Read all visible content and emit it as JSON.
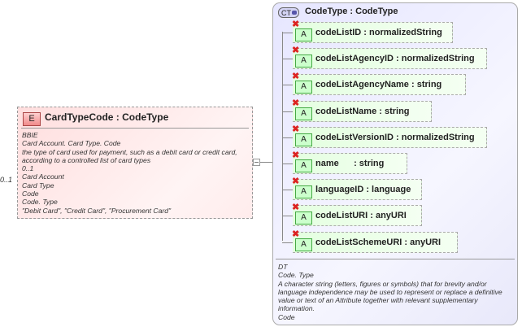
{
  "element": {
    "badge": "E",
    "title": "CardTypeCode : CodeType",
    "cardinality": "0..1",
    "doc": [
      "BBIE",
      "Card Account. Card Type. Code",
      "the type of card used for payment, such as a debit card or credit card,",
      "according to a controlled list of card types",
      "0..1",
      "Card Account",
      "Card Type",
      "Code",
      "Code. Type",
      "\"Debit Card\", \"Credit Card\", \"Procurement Card\""
    ]
  },
  "complex_type": {
    "badge": "CT",
    "title": "CodeType : CodeType",
    "attributes": [
      {
        "icon": "A",
        "label": "codeListID : normalizedString"
      },
      {
        "icon": "A",
        "label": "codeListAgencyID : normalizedString"
      },
      {
        "icon": "A",
        "label": "codeListAgencyName : string"
      },
      {
        "icon": "A",
        "label": "codeListName : string"
      },
      {
        "icon": "A",
        "label": "codeListVersionID : normalizedString"
      },
      {
        "icon": "A",
        "label": "name      : string"
      },
      {
        "icon": "A",
        "label": "languageID : language"
      },
      {
        "icon": "A",
        "label": "codeListURI : anyURI"
      },
      {
        "icon": "A",
        "label": "codeListSchemeURI : anyURI"
      }
    ],
    "doc": [
      "DT",
      "Code. Type",
      "A character string (letters, figures or symbols) that for brevity and/or language independence may be used to represent or replace a definitive value or text of an Attribute together with relevant supplementary information.",
      "Code"
    ]
  },
  "colors": {
    "element_bg": "#ffdede",
    "attribute_bg": "#e4ffe0",
    "complex_type_bg": "#e6e6ff",
    "prohibited_x": "#dd2222"
  }
}
